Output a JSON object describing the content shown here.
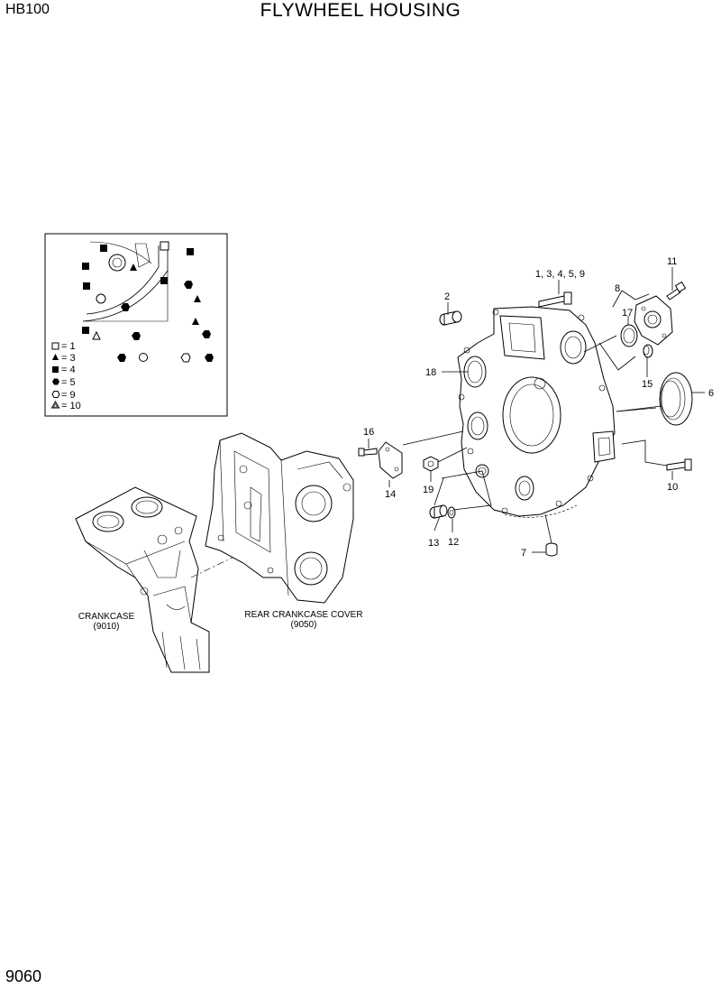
{
  "header": {
    "model": "HB100",
    "title": "FLYWHEEL HOUSING"
  },
  "footer": {
    "page_number": "9060"
  },
  "legend": [
    {
      "symbol": "hollow-square",
      "label": "= 1"
    },
    {
      "symbol": "filled-triangle",
      "label": "= 3"
    },
    {
      "symbol": "filled-square",
      "label": "= 4"
    },
    {
      "symbol": "filled-hexagon",
      "label": "= 5"
    },
    {
      "symbol": "hollow-hexagon",
      "label": "= 9"
    },
    {
      "symbol": "hollow-triangle",
      "label": "= 10"
    }
  ],
  "callouts": {
    "c1_3_4_5_9": "1, 3, 4, 5, 9",
    "c2": "2",
    "c6": "6",
    "c7": "7",
    "c8": "8",
    "c10": "10",
    "c11": "11",
    "c12": "12",
    "c13": "13",
    "c14": "14",
    "c15": "15",
    "c16": "16",
    "c17": "17",
    "c18": "18",
    "c19": "19"
  },
  "captions": {
    "crankcase_name": "CRANKCASE",
    "crankcase_ref": "(9010)",
    "cover_name": "REAR CRANKCASE COVER",
    "cover_ref": "(9050)"
  }
}
